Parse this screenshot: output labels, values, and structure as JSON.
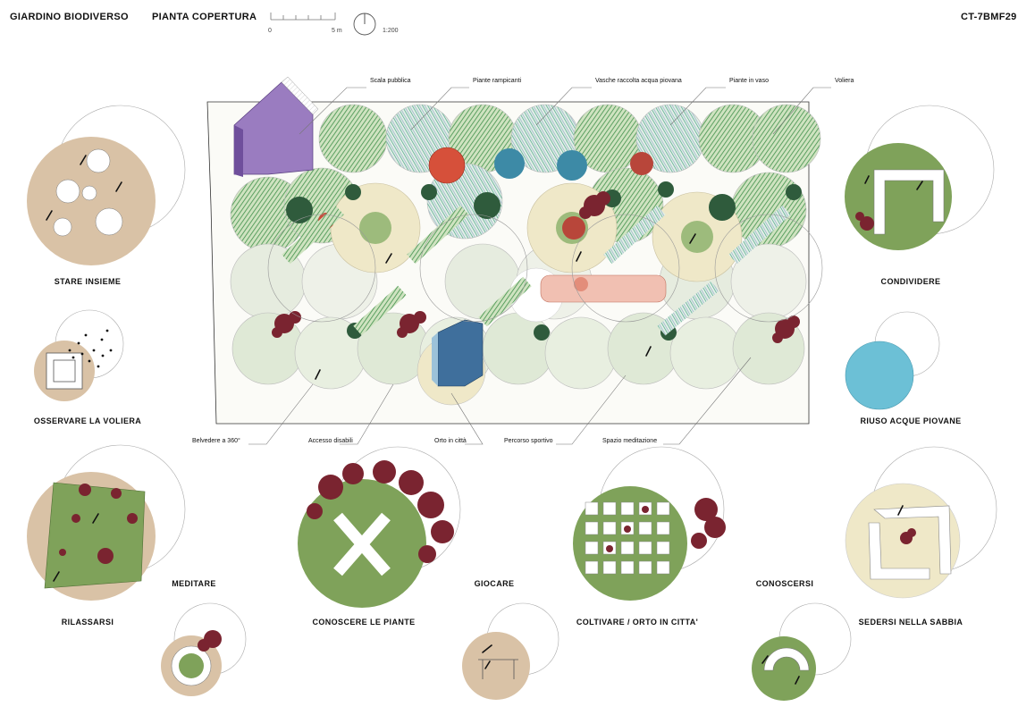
{
  "header": {
    "title": "GIARDINO BIODIVERSO",
    "subtitle": "PIANTA COPERTURA",
    "code": "CT-7BMF29",
    "scale_zero": "0",
    "scale_five": "5 m",
    "scale_ratio": "1:200"
  },
  "callouts_top": [
    "Scala pubblica",
    "Piante rampicanti",
    "Vasche raccolta acqua piovana",
    "Piante in vaso",
    "Voliera"
  ],
  "callouts_bottom": [
    "Belvedere a 360°",
    "Accesso disabili",
    "Orto in città",
    "Percorso sportivo",
    "Spazio meditazione"
  ],
  "activities": {
    "stare_insieme": "STARE INSIEME",
    "osservare_voliera": "OSSERVARE LA VOLIERA",
    "condividere": "CONDIVIDERE",
    "riuso_acque": "RIUSO ACQUE PIOVANE",
    "rilassarsi": "RILASSARSI",
    "meditare": "MEDITARE",
    "conoscere_piante": "CONOSCERE LE PIANTE",
    "giocare": "GIOCARE",
    "coltivare": "COLTIVARE / ORTO IN CITTA'",
    "conoscersi": "CONOSCERSI",
    "sedersi_sabbia": "SEDERSI NELLA SABBIA"
  },
  "colors": {
    "grass": "#7fa25a",
    "sand": "#d9c2a6",
    "cream": "#efe8c8",
    "water": "#6cc0d6",
    "purple": "#9a7cc0",
    "tree": "#7a2430",
    "blue_box": "#3f6f9c",
    "red_tank": "#d6503a"
  }
}
